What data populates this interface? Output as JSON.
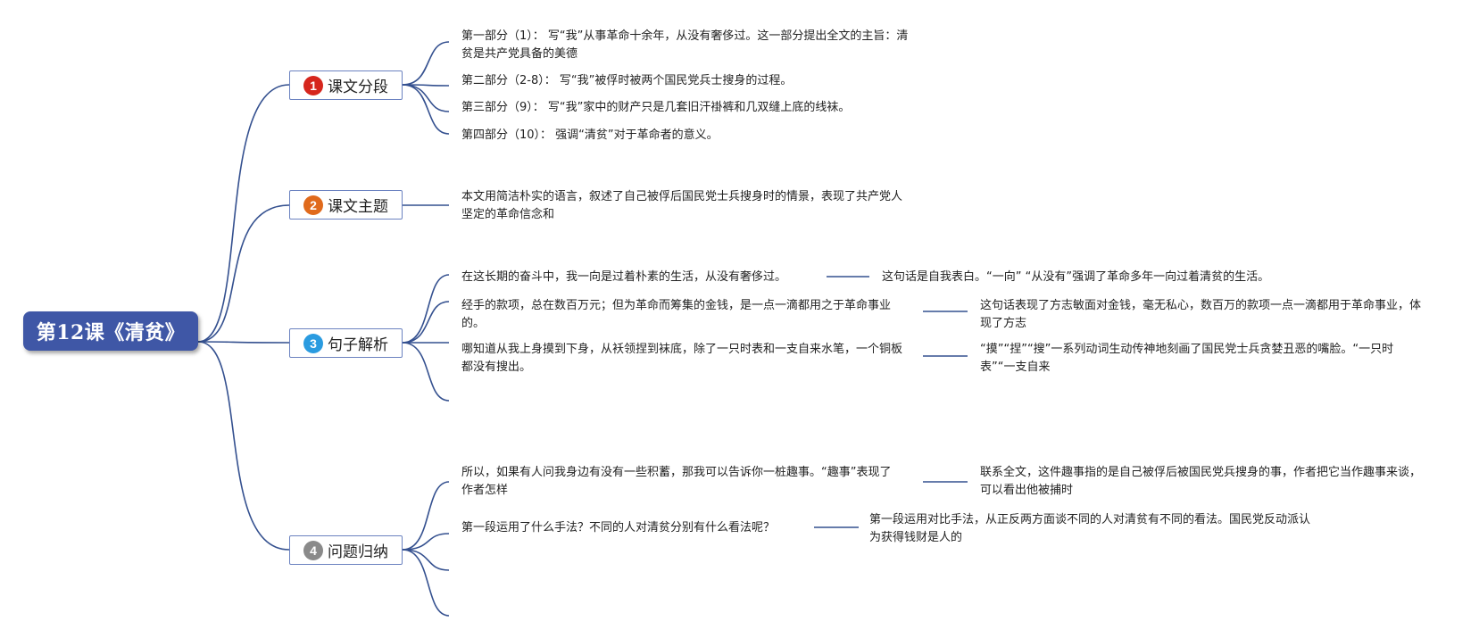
{
  "root": {
    "label": "第12课《清贫》"
  },
  "topics": [
    {
      "label": "课文分段",
      "number": "1",
      "color": "#d6261d",
      "items": [
        {
          "text": "第一部分（1）： 写“我”从事革命十余年，从没有奢侈过。这一部分提出全文的主旨：清贫是共产党具备的美德"
        },
        {
          "text": "第二部分（2-8）： 写“我”被俘时被两个国民党兵士搜身的过程。"
        },
        {
          "text": "第三部分（9）： 写“我”家中的财产只是几套旧汗褂裤和几双缝上底的线袜。"
        },
        {
          "text": "第四部分（10）： 强调“清贫”对于革命者的意义。"
        }
      ]
    },
    {
      "label": "课文主题",
      "number": "2",
      "color": "#e06a1c",
      "items": [
        {
          "text": "本文用简洁朴实的语言，叙述了自己被俘后国民党士兵搜身时的情景，表现了共产党人坚定的革命信念和"
        }
      ]
    },
    {
      "label": "句子解析",
      "number": "3",
      "color": "#2a9be0",
      "items": [
        {
          "text": "在这长期的奋斗中，我一向是过着朴素的生活，从没有奢侈过。",
          "explanation": "这句话是自我表白。“一向” “从没有”强调了革命多年一向过着清贫的生活。"
        },
        {
          "text": "经手的款项，总在数百万元；但为革命而筹集的金钱，是一点一滴都用之于革命事业的。",
          "explanation": "这句话表现了方志敏面对金钱，毫无私心，数百万的款项一点一滴都用于革命事业，体现了方志"
        },
        {
          "text": "哪知道从我上身摸到下身，从袄领捏到袜底，除了一只时表和一支自来水笔，一个铜板都没有搜出。",
          "explanation": "“摸”“捏”“搜”一系列动词生动传神地刻画了国民党士兵贪婪丑恶的嘴脸。“一只时表”“一支自来"
        },
        {
          "text": ""
        }
      ]
    },
    {
      "label": "问题归纳",
      "number": "4",
      "color": "#8a8a8a",
      "items": [
        {
          "text": "所以，如果有人问我身边有没有一些积蓄，那我可以告诉你一桩趣事。“趣事”表现了作者怎样",
          "explanation": "联系全文，这件趣事指的是自己被俘后被国民党兵搜身的事，作者把它当作趣事来谈，可以看出他被捕时"
        },
        {
          "text": "第一段运用了什么手法？不同的人对清贫分别有什么看法呢？",
          "explanation": "第一段运用对比手法，从正反两方面谈不同的人对清贫有不同的看法。国民党反动派认为获得钱财是人的"
        },
        {
          "text": ""
        },
        {
          "text": ""
        }
      ]
    }
  ]
}
